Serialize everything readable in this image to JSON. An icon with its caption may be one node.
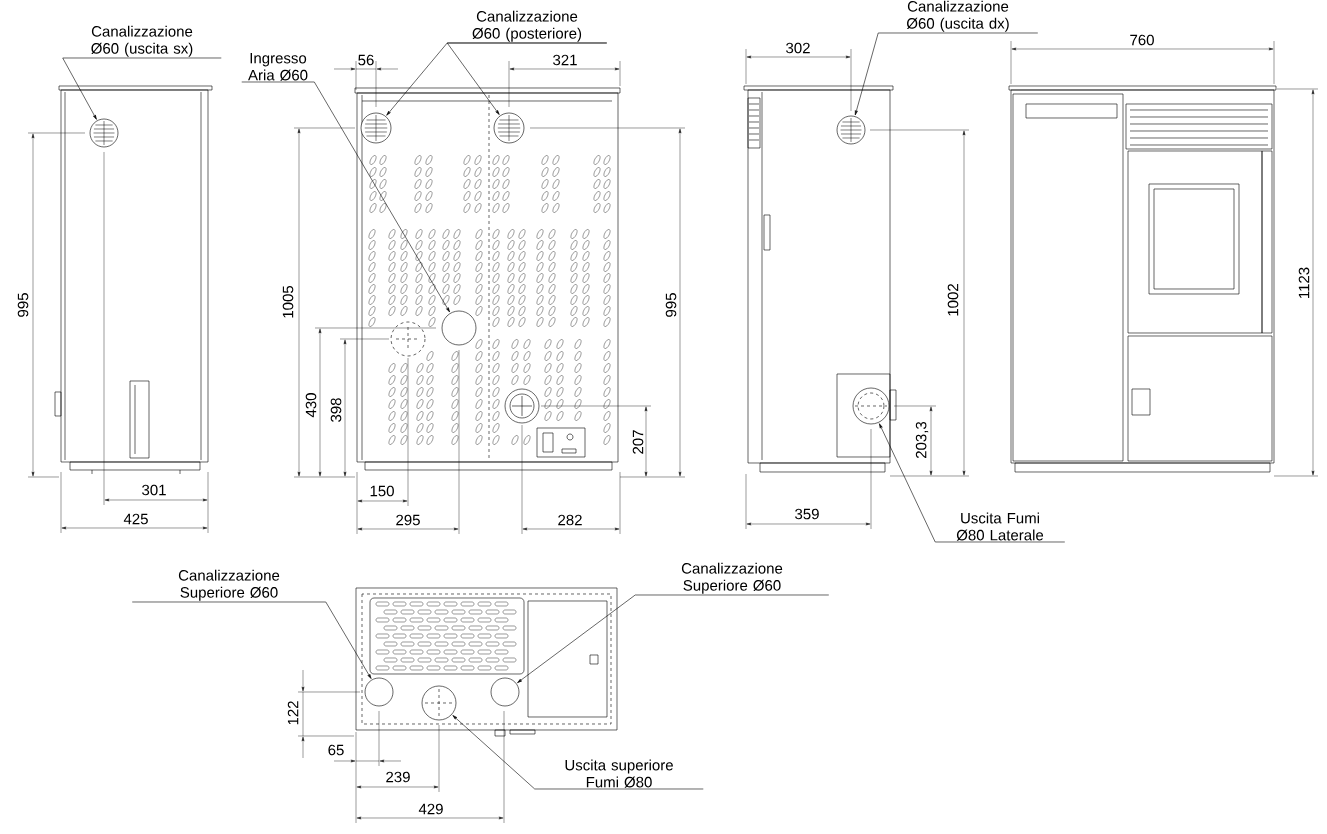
{
  "diagram": {
    "nodes": [
      {
        "text": [
          "Canalizzazione Ø60 (uscita sx)"
        ]
      },
      {
        "text": [],
        "shape": "circle"
      },
      {
        "text": [
          "Ingresso Aria Ø60"
        ]
      },
      {
        "text": [],
        "shape": "circle"
      },
      {
        "text": [
          "Canalizzazione Ø60 (posteriore)"
        ]
      },
      {
        "text": [],
        "shape": "circle"
      },
      {
        "text": [],
        "shape": "circle"
      },
      {
        "text": [
          "Canalizzazione Ø60 (uscita dx)"
        ]
      },
      {
        "text": [],
        "shape": "circle"
      },
      {
        "text": [
          "Uscita Fumi Ø80 Laterale"
        ]
      },
      {
        "text": [],
        "shape": "circle"
      },
      {
        "text": [
          "Canalizzazione Superiore Ø60"
        ]
      },
      {
        "text": [],
        "shape": "circle"
      },
      {
        "text": [
          "Canalizzazione Superiore Ø60"
        ]
      },
      {
        "text": [],
        "shape": "circle"
      },
      {
        "text": [
          "Uscita superiore Fumi Ø80"
        ]
      },
      {
        "text": [],
        "shape": "circle"
      }
    ],
    "edges": [
      {
        "from": 0,
        "to": 1,
        "arrow": "to"
      },
      {
        "from": 2,
        "to": 3,
        "arrow": "to"
      },
      {
        "from": 4,
        "to": 5,
        "arrow": "to"
      },
      {
        "from": 4,
        "to": 6,
        "arrow": "to"
      },
      {
        "from": 7,
        "to": 8,
        "arrow": "to"
      },
      {
        "from": 9,
        "to": 10,
        "arrow": "to"
      },
      {
        "from": 11,
        "to": 12,
        "arrow": "to"
      },
      {
        "from": 13,
        "to": 14,
        "arrow": "to"
      },
      {
        "from": 15,
        "to": 16,
        "arrow": "to"
      }
    ],
    "labels": [
      "56",
      "321",
      "302",
      "760",
      "995",
      "1005",
      "995",
      "1002",
      "1123",
      "430",
      "398",
      "207",
      "203,3",
      "301",
      "150",
      "425",
      "295",
      "282",
      "359",
      "122",
      "65",
      "239",
      "429"
    ]
  }
}
